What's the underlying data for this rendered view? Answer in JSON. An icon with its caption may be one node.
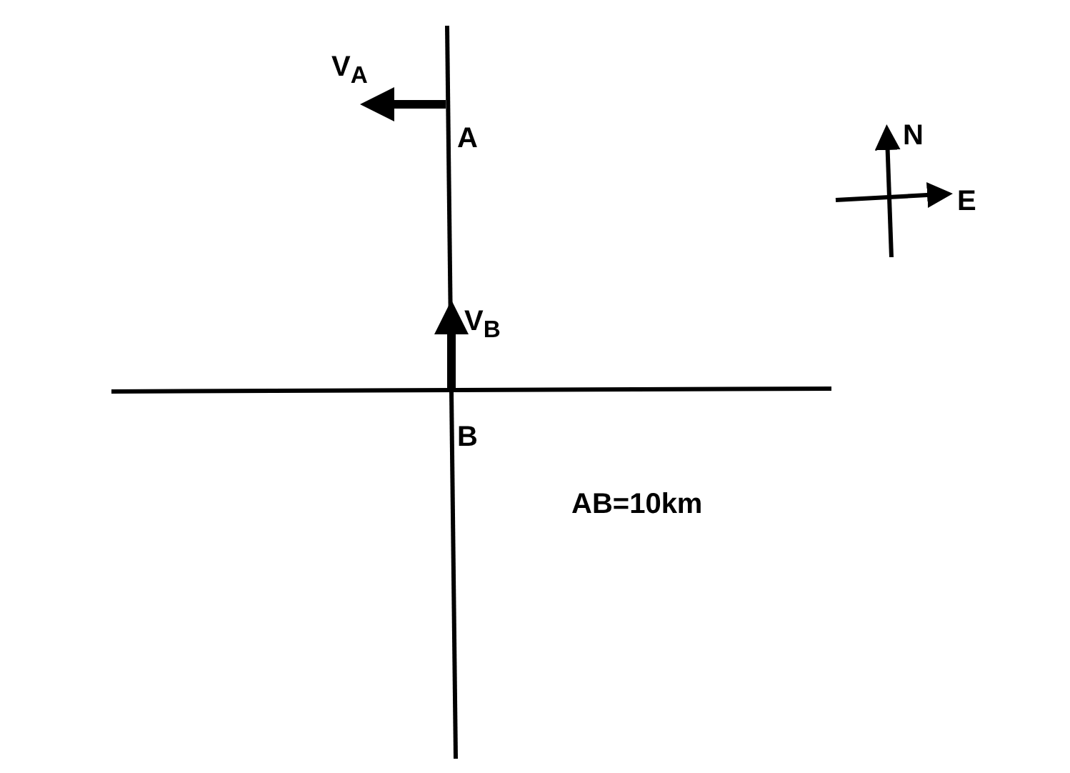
{
  "diagram": {
    "labels": [
      "V$_{A}$",
      "A",
      "V$_{B}$",
      "B",
      "AB=10km",
      "N",
      "E"
    ]
  }
}
